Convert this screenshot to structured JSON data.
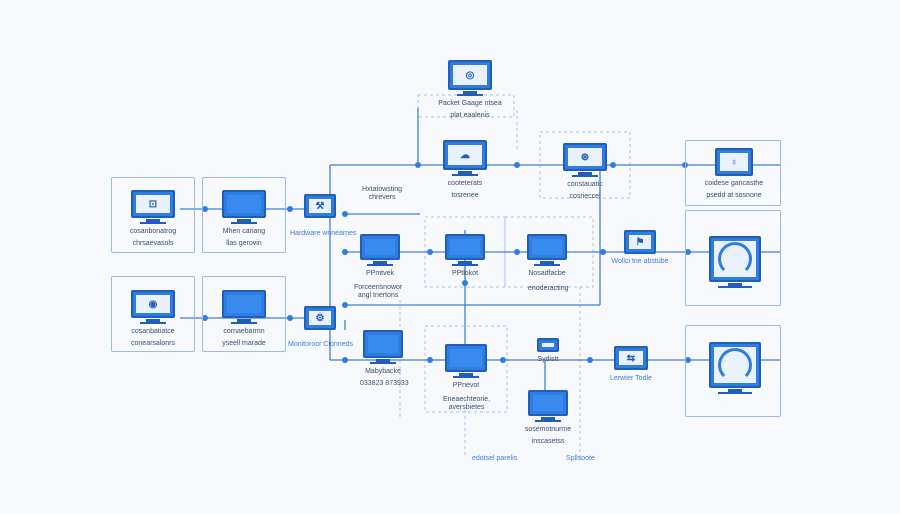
{
  "labels": {
    "top_node": [
      "Packet Gaage ntsea",
      "plat eaalenis"
    ],
    "node_left1": [
      "cosanbonatrog",
      "chrsaevasols"
    ],
    "node_left2": [
      "Mhen cariang",
      "llas gerovin"
    ],
    "node_left3": [
      "cosanbatiatce",
      "conearsalonrs"
    ],
    "node_left4": [
      "cornaebarmn",
      "yseell marade"
    ],
    "hub_top": [
      "Hxtatowsting",
      "chrevers"
    ],
    "hub_top_left_small": "Hardware wnnearnes",
    "hub_bottom_left_small": "Monitoroor Clonneds",
    "center_top": [
      "cooteterats",
      "tosrenee"
    ],
    "right_top": [
      "constauatic",
      "cosrieccel"
    ],
    "far_right_top": [
      "coidese gancasthe",
      "psedd at sosnone"
    ],
    "mid_a": "PPmtvek",
    "mid_a_sub": [
      "Forceensnowor",
      "angl tnertons"
    ],
    "mid_b": "PPtlokot",
    "mid_c": "Nosadfacbe",
    "mid_c_sub": "enoderacting",
    "mid_d": "Wollci tne abstube",
    "lower_a": "Mabybacke",
    "lower_a_sub": "033823 873933",
    "lower_b": "PPnevot",
    "lower_b_sub": [
      "Eneaechteorie,",
      "aversbietes"
    ],
    "lower_c": "Sydistt",
    "lower_d": [
      "Lerwter",
      "Todle"
    ],
    "bottom_c": [
      "sosemotnurme",
      "inscasetss"
    ],
    "bottom_left_text": "edotsel parelis",
    "bottom_right_text": "Spllsoote"
  },
  "colors": {
    "accent": "#2f7de1",
    "line": "#3f7fd8",
    "dashed": "#a9c3ea",
    "label": "#3a4f72"
  },
  "icons": {
    "top": "shield-icon",
    "left1": "lock-icon",
    "left3": "target-icon",
    "hub_top": "tools-icon",
    "hub_bottom": "gear-icon",
    "center_top": "cloud-icon",
    "right_top": "lock-icon",
    "far_right_top": "shield-icon",
    "far_right_mid": "fingerprint-icon",
    "far_right_bottom": "fingerprint-icon"
  }
}
